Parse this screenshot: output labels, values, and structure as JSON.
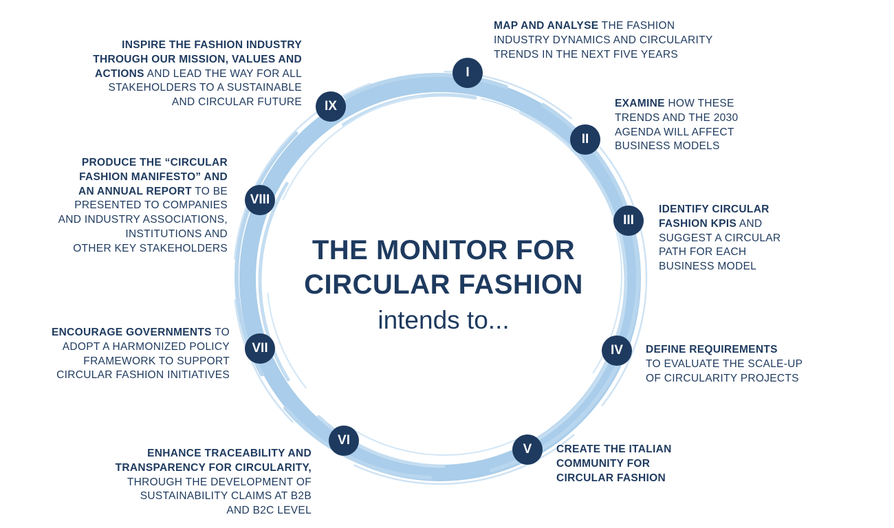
{
  "title": {
    "line1": "THE MONITOR FOR",
    "line2": "CIRCULAR FASHION",
    "subtitle": "intends to..."
  },
  "colors": {
    "navy": "#1e3a5f",
    "ring": "#a9cdea"
  },
  "items": [
    {
      "numeral": "I",
      "lines": [
        {
          "bold": "MAP AND ANALYSE",
          "text": " THE FASHION"
        },
        {
          "bold": "",
          "text": "INDUSTRY DYNAMICS AND CIRCULARITY"
        },
        {
          "bold": "",
          "text": "TRENDS IN THE NEXT FIVE YEARS"
        }
      ]
    },
    {
      "numeral": "II",
      "lines": [
        {
          "bold": "EXAMINE",
          "text": " HOW THESE"
        },
        {
          "bold": "",
          "text": "TRENDS AND THE 2030"
        },
        {
          "bold": "",
          "text": "AGENDA WILL AFFECT"
        },
        {
          "bold": "",
          "text": "BUSINESS MODELS"
        }
      ]
    },
    {
      "numeral": "III",
      "lines": [
        {
          "bold": "IDENTIFY CIRCULAR",
          "text": ""
        },
        {
          "bold": "FASHION KPIs",
          "text": " AND"
        },
        {
          "bold": "",
          "text": "SUGGEST A CIRCULAR"
        },
        {
          "bold": "",
          "text": "PATH FOR EACH"
        },
        {
          "bold": "",
          "text": "BUSINESS MODEL"
        }
      ]
    },
    {
      "numeral": "IV",
      "lines": [
        {
          "bold": "DEFINE REQUIREMENTS",
          "text": ""
        },
        {
          "bold": "",
          "text": "TO EVALUATE THE SCALE-UP"
        },
        {
          "bold": "",
          "text": "OF CIRCULARITY PROJECTS"
        }
      ]
    },
    {
      "numeral": "V",
      "lines": [
        {
          "bold": "CREATE THE ITALIAN",
          "text": ""
        },
        {
          "bold": "COMMUNITY FOR",
          "text": ""
        },
        {
          "bold": "CIRCULAR FASHION",
          "text": ""
        }
      ]
    },
    {
      "numeral": "VI",
      "lines": [
        {
          "bold": "ENHANCE TRACEABILITY AND",
          "text": ""
        },
        {
          "bold": "TRANSPARENCY FOR CIRCULARITY,",
          "text": ""
        },
        {
          "bold": "",
          "text": "THROUGH THE DEVELOPMENT OF"
        },
        {
          "bold": "",
          "text": "SUSTAINABILITY CLAIMS AT B2B"
        },
        {
          "bold": "",
          "text": "AND B2C LEVEL"
        }
      ]
    },
    {
      "numeral": "VII",
      "lines": [
        {
          "bold": "ENCOURAGE GOVERNMENTS",
          "text": " TO"
        },
        {
          "bold": "",
          "text": "ADOPT A HARMONIZED POLICY"
        },
        {
          "bold": "",
          "text": "FRAMEWORK TO SUPPORT"
        },
        {
          "bold": "",
          "text": "CIRCULAR FASHION INITIATIVES"
        }
      ]
    },
    {
      "numeral": "VIII",
      "lines": [
        {
          "bold": "PRODUCE THE “CIRCULAR",
          "text": ""
        },
        {
          "bold": "FASHION MANIFESTO” AND",
          "text": ""
        },
        {
          "bold": "AN ANNUAL REPORT",
          "text": " TO BE"
        },
        {
          "bold": "",
          "text": "PRESENTED TO COMPANIES"
        },
        {
          "bold": "",
          "text": "AND INDUSTRY ASSOCIATIONS,"
        },
        {
          "bold": "",
          "text": "INSTITUTIONS AND"
        },
        {
          "bold": "",
          "text": "OTHER KEY STAKEHOLDERS"
        }
      ]
    },
    {
      "numeral": "IX",
      "lines": [
        {
          "bold": "INSPIRE THE FASHION INDUSTRY",
          "text": ""
        },
        {
          "bold": "THROUGH OUR MISSION, VALUES AND",
          "text": ""
        },
        {
          "bold": "ACTIONS",
          "text": " AND LEAD THE WAY FOR ALL"
        },
        {
          "bold": "",
          "text": "STAKEHOLDERS TO A SUSTAINABLE"
        },
        {
          "bold": "",
          "text": "AND CIRCULAR FUTURE"
        }
      ]
    }
  ]
}
